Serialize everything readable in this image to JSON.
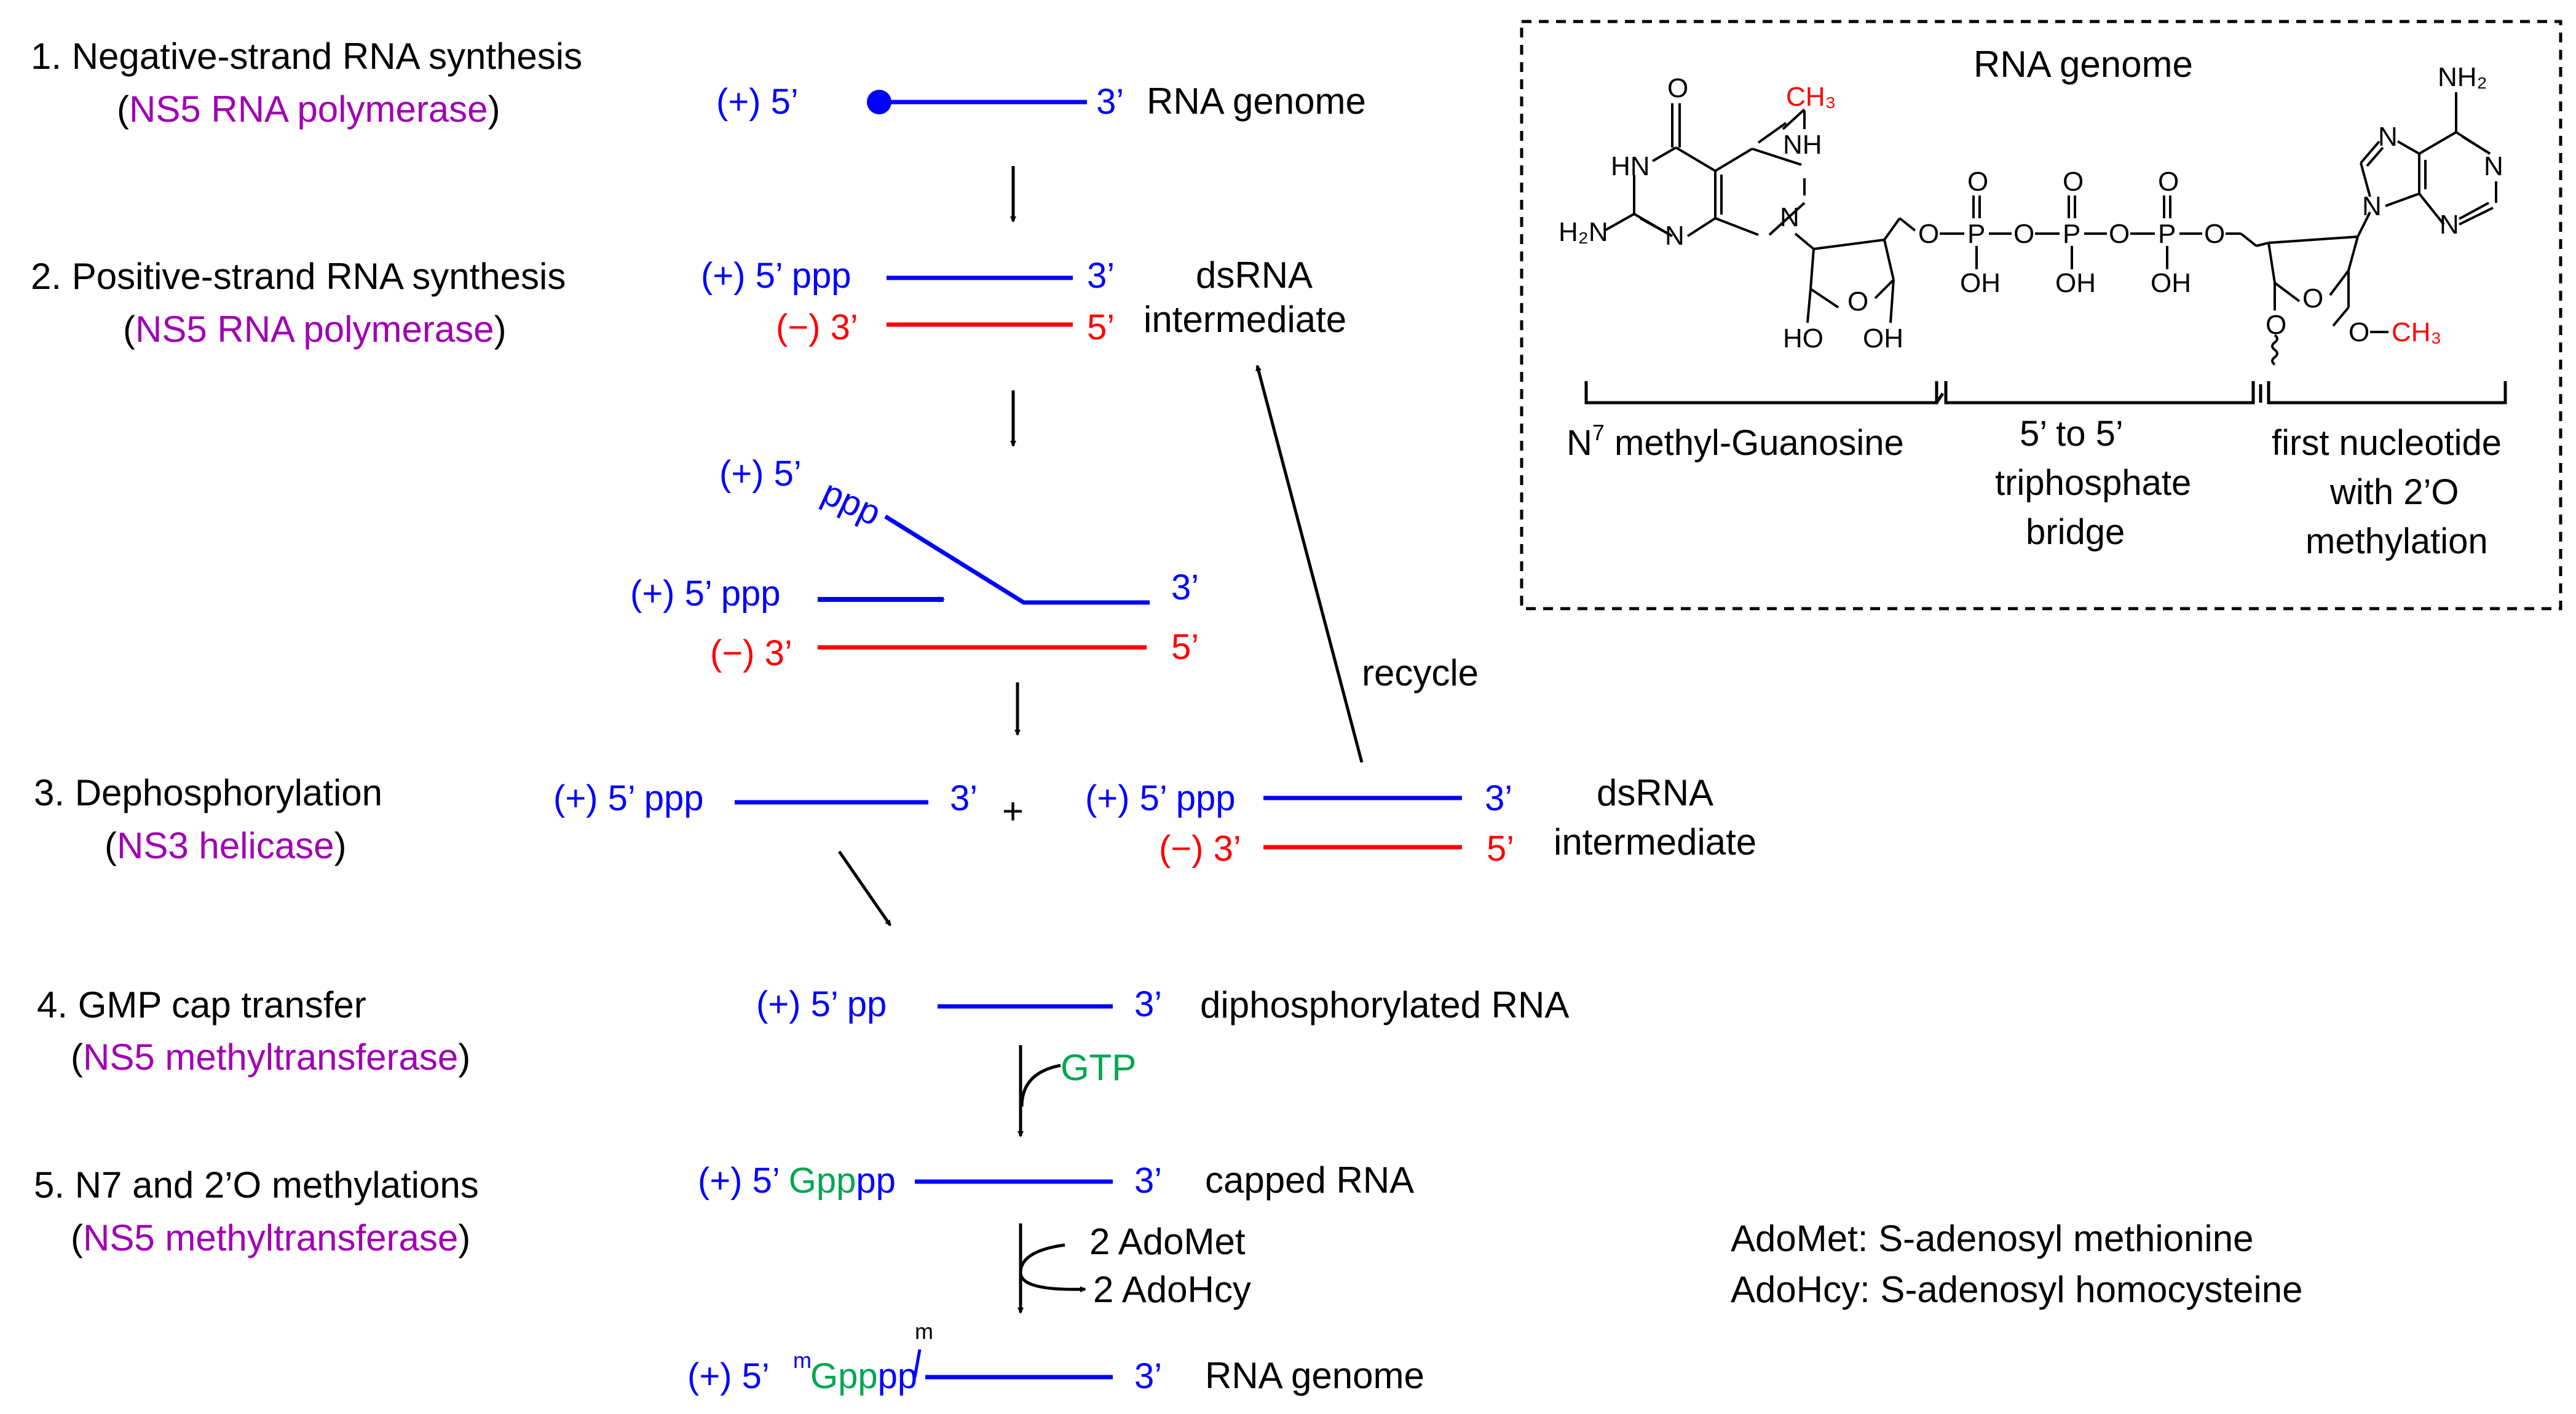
{
  "colors": {
    "plus_strand": "#0000ff",
    "minus_strand": "#ff0000",
    "enzyme": "#a000b4",
    "gtp": "#00a651",
    "text": "#000000"
  },
  "steps": [
    {
      "label": "1. Negative-strand RNA synthesis",
      "enzyme": "NS5 RNA polymerase"
    },
    {
      "label": "2. Positive-strand RNA synthesis",
      "enzyme": "NS5 RNA polymerase"
    },
    {
      "label": "3. Dephosphorylation",
      "enzyme": "NS3 helicase"
    },
    {
      "label": "4. GMP cap transfer",
      "enzyme": "NS5 methyltransferase"
    },
    {
      "label": "5. N7 and 2’O methylations",
      "enzyme": "NS5 methyltransferase"
    }
  ],
  "strand_text": {
    "plus": "(+)",
    "minus": "(−)",
    "five_prime": "5’",
    "three_prime": "3’",
    "ppp": "ppp",
    "pp": "pp",
    "G": "G",
    "m": "m"
  },
  "products": {
    "rna_genome": "RNA genome",
    "dsrna": "dsRNA",
    "intermediate": "intermediate",
    "diphosphorylated": "diphosphorylated RNA",
    "capped": "capped RNA",
    "recycle": "recycle",
    "plus_sign": "+"
  },
  "reagents": {
    "gtp": "GTP",
    "adomet": "2 AdoMet",
    "adohcy": "2 AdoHcy"
  },
  "inset": {
    "title": "RNA genome",
    "groups": [
      {
        "lines": [
          "N",
          "7",
          " methyl-Guanosine"
        ]
      },
      {
        "lines": [
          "5’ to 5’",
          "triphosphate",
          "bridge"
        ]
      },
      {
        "lines": [
          "first nucleotide",
          "with 2’O",
          "methylation"
        ]
      }
    ],
    "atoms": {
      "O": "O",
      "N": "N",
      "H": "H",
      "HN": "HN",
      "NH": "NH",
      "H2N": "H₂N",
      "NH2": "NH₂",
      "CH3": "CH₃",
      "P": "P",
      "OH": "OH",
      "HO": "HO",
      "bridge_O": "O",
      "ring_O": "O",
      "OCH3_O": "O"
    }
  },
  "legend": [
    "AdoMet: S-adenosyl methionine",
    "AdoHcy: S-adenosyl homocysteine"
  ]
}
